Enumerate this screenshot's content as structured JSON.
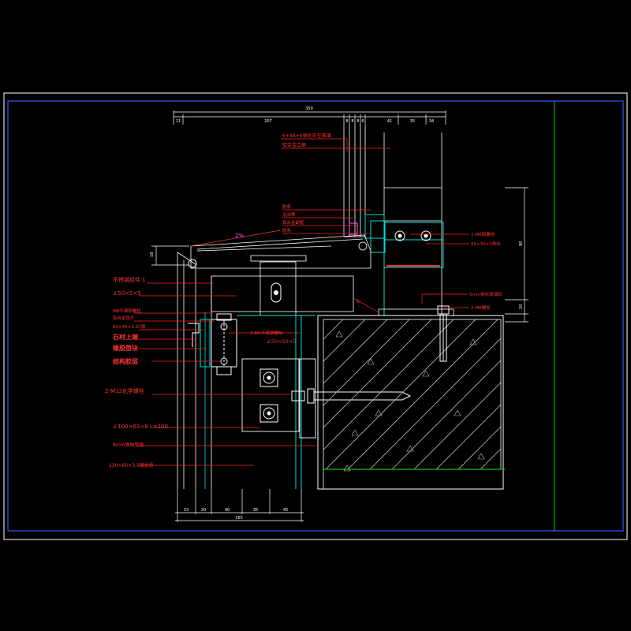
{
  "colors": {
    "background": "#000000",
    "frame": "#3355ff",
    "section_line": "#00dd00",
    "outline": "#ffffff",
    "steel": "#00dddd",
    "leader": "#ff2222",
    "label_red": "#ff3333",
    "label_yellow": "#ffff55",
    "magenta": "#ff55ff",
    "hatch": "#bbbbbb",
    "concrete_edge": "#00cc00"
  },
  "dimensions": {
    "top_overall": "350",
    "top_segments": [
      "11",
      "207",
      "8",
      "8",
      "8",
      "6",
      "41",
      "35",
      "34"
    ],
    "bottom_segments": [
      "23",
      "20",
      "40",
      "35",
      "45"
    ],
    "bottom_total": "165",
    "right_upper": "90",
    "right_lower": "20",
    "left_vertical": "18",
    "slope": "2%"
  },
  "labels_upper": [
    "6+9A+6钢化中空玻璃",
    "铝合金立框"
  ],
  "labels_middle": [
    "胶条",
    "泡沫棒",
    "铝合金副框",
    "胶条"
  ],
  "labels_right": [
    "2-M6铝螺栓",
    "50×30×3角码",
    "5mm钢化玻璃扣",
    "2-M6螺栓"
  ],
  "labels_left": [
    "不锈钢挂件 1",
    "∠50×5×5",
    "M8不锈钢螺栓",
    "铝合金垫片",
    "60×40×3.2C钢",
    "石材上端",
    "橡胶垫块",
    "结构胶层"
  ],
  "labels_center": [
    "2-M6不锈钢螺栓",
    "∠50×50×5"
  ],
  "labels_lower": [
    "2-M12化学螺栓",
    "∠100×63×8  L=100",
    "8mm钢板垫板",
    "120×60×3.5钢龙骨"
  ],
  "misc_tag": "6"
}
